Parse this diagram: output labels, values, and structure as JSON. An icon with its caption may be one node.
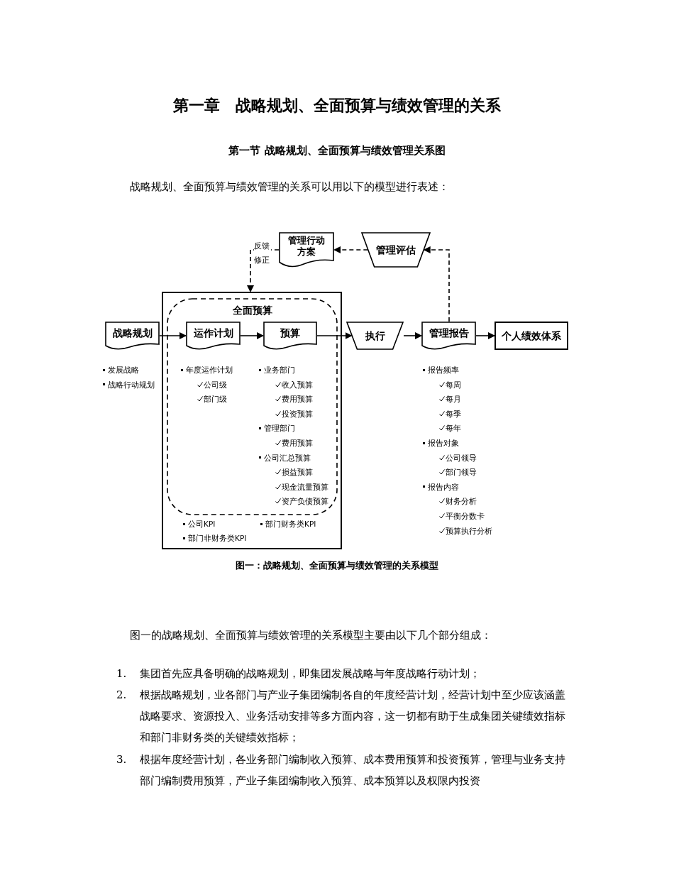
{
  "diagram": {
    "title": "第一章　战略规划、全面预算与绩效管理的关系",
    "caption": "图一：战略规划、全面预算与绩效管理的关系模型",
    "nodes": [
      {
        "text": [
          "管理行动方案"
        ]
      },
      {
        "text": [
          "管理评估"
        ]
      },
      {
        "text": [
          "战略规划"
        ],
        "beside": [
          "发展战略",
          "战略行动规划"
        ]
      },
      {
        "text": [
          "公司KPI",
          "部门财务类KPI",
          "部门非财务类KPI"
        ]
      },
      {
        "text": [
          "全面预算"
        ],
        "in": 3
      },
      {
        "text": [
          "运作计划"
        ],
        "in": 4,
        "beside": [
          "年度运作计划",
          "公司级",
          "部门级"
        ]
      },
      {
        "text": [
          "预算"
        ],
        "in": 4,
        "beside": [
          "业务部门",
          "收入预算",
          "费用预算",
          "投资预算",
          "管理部门",
          "费用预算",
          "公司汇总预算",
          "损益预算",
          "现金流量预算",
          "资产负债预算"
        ]
      },
      {
        "text": [
          "执行"
        ]
      },
      {
        "text": [
          "管理报告"
        ],
        "beside": [
          "报告频率",
          "每周",
          "每月",
          "每季",
          "每年",
          "报告对象",
          "公司领导",
          "部门领导",
          "报告内容",
          "财务分析",
          "平衡分数卡",
          "预算执行分析"
        ]
      },
      {
        "text": [
          "个人绩效体系"
        ]
      }
    ],
    "edges": [
      {
        "from": 2,
        "to": 5,
        "arrow": "to"
      },
      {
        "from": 5,
        "to": 6,
        "arrow": "to"
      },
      {
        "from": 6,
        "to": 7,
        "arrow": "to"
      },
      {
        "from": 7,
        "to": 8,
        "arrow": "to"
      },
      {
        "from": 8,
        "to": 9,
        "arrow": "to"
      },
      {
        "from": 8,
        "to": 1,
        "arrow": "to",
        "style": "dashed"
      },
      {
        "from": 1,
        "to": 0,
        "arrow": "to",
        "style": "dashed"
      },
      {
        "from": 0,
        "to": 3,
        "arrow": "to",
        "style": "dashed",
        "label": "反馈修正"
      }
    ],
    "labels": [
      "第一节 战略规划、全面预算与绩效管理关系图",
      "战略规划、全面预算与绩效管理的关系可以用以下的模型进行表述：",
      "图一的战略规划、全面预算与绩效管理的关系模型主要由以下几个部分组成：",
      "1.",
      "集团首先应具备明确的战略规划，即集团发展战略与年度战略行动计划；",
      "2.",
      "根据战略规划，业各部门与产业子集团编制各自的年度经营计划，经营计划中至少应该涵盖战略要求、资源投入、业务活动安排等多方面内容，这一切都有助于生成集团关键绩效指标和部门非财务类的关键绩效指标；",
      "3.",
      "根据年度经营计划，各业务部门编制收入预算、成本费用预算和投资预算，管理与业务支持部门编制费用预算，产业子集团编制收入预算、成本预算以及权限内投资"
    ]
  }
}
